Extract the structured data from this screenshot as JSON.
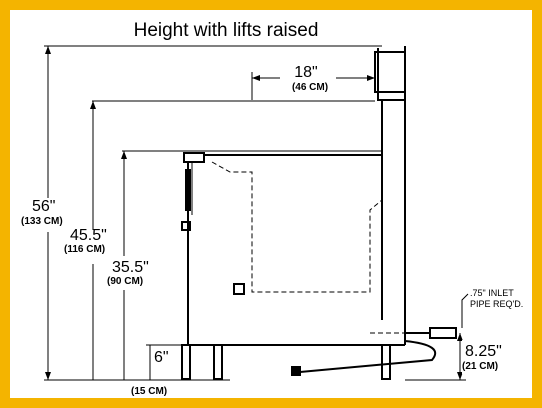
{
  "title": "Height with lifts raised",
  "dimensions": {
    "overall_height": {
      "in": "56\"",
      "cm": "(133 CM)"
    },
    "mid_height": {
      "in": "45.5\"",
      "cm": "(116 CM)"
    },
    "work_height": {
      "in": "35.5\"",
      "cm": "(90 CM)"
    },
    "leg_height": {
      "in": "6\"",
      "cm": "(15 CM)"
    },
    "lift_travel": {
      "in": "18\"",
      "cm": "(46 CM)"
    },
    "inlet_height": {
      "in": "8.25\"",
      "cm": "(21 CM)"
    }
  },
  "notes": {
    "inlet_line1": ".75\" INLET",
    "inlet_line2": "PIPE REQ'D."
  },
  "colors": {
    "border": "#f4b400",
    "line": "#000000",
    "background": "#ffffff"
  }
}
